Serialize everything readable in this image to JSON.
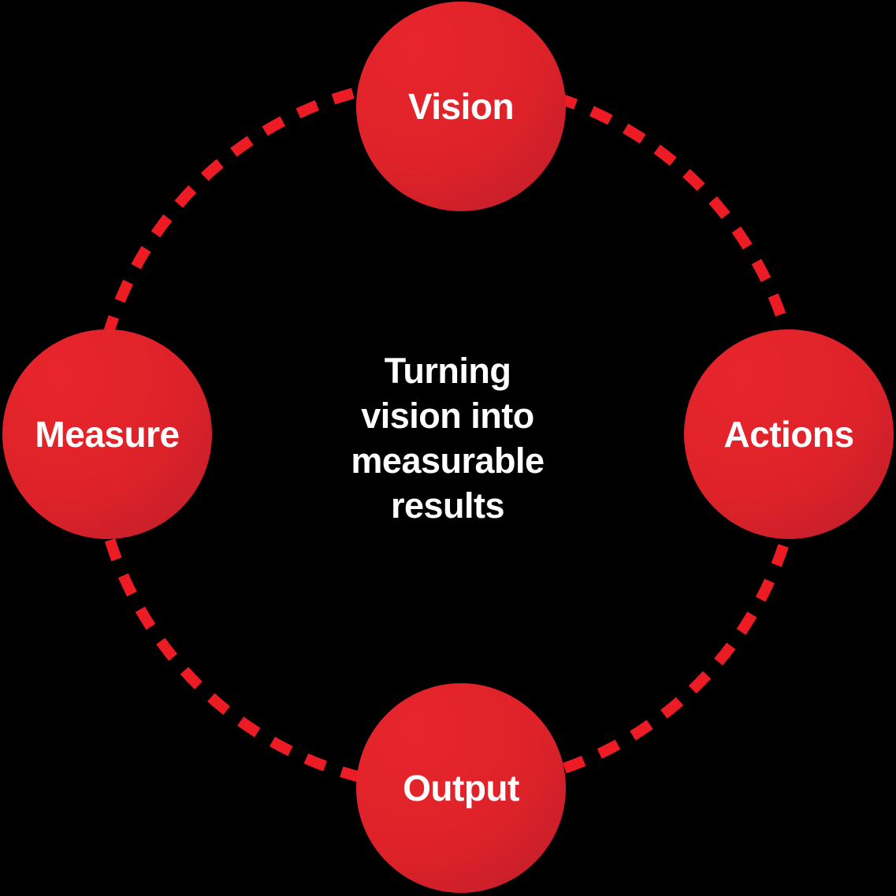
{
  "diagram": {
    "type": "cycle",
    "title": "Turning vision into measurable results",
    "background_color": "#000000",
    "accent_color": "#ED1C24",
    "node_gradient_from": "#E8252C",
    "node_gradient_to": "#BE1E2D",
    "label_color": "#FFFFFF",
    "connector": {
      "style": "dashed",
      "color": "#ED1C24",
      "dash_length": 26,
      "gap_length": 22,
      "stroke_width": 14,
      "shape": "circle"
    },
    "center_caption": {
      "lines": [
        "Turning",
        "vision into",
        "measurable",
        "results"
      ]
    },
    "nodes": [
      {
        "id": "vision",
        "label": "Vision",
        "position": "top",
        "order": 1
      },
      {
        "id": "actions",
        "label": "Actions",
        "position": "right",
        "order": 2
      },
      {
        "id": "output",
        "label": "Output",
        "position": "bottom",
        "order": 3
      },
      {
        "id": "measure",
        "label": "Measure",
        "position": "left",
        "order": 4
      }
    ]
  }
}
